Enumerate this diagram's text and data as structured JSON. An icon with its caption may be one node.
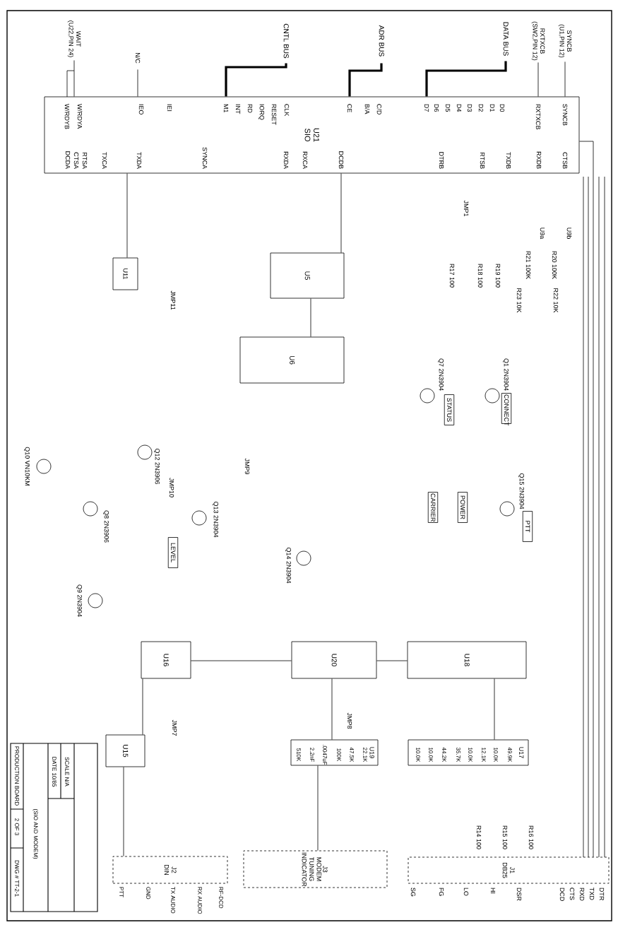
{
  "diagram": {
    "nodes": [
      {
        "text": [
          "U21",
          "SIO"
        ]
      },
      {
        "text": [
          "SYNCB (U1,PIN 12)"
        ]
      },
      {
        "text": [
          "RXTXCB (SW2,PIN 12)"
        ]
      },
      {
        "text": [
          "DATA BUS"
        ]
      },
      {
        "text": [
          "ADR BUS"
        ]
      },
      {
        "text": [
          "CNTL BUS"
        ]
      },
      {
        "text": [
          "N/C"
        ]
      },
      {
        "text": [
          "WAIT (U22,PIN 24)"
        ]
      },
      {
        "text": [
          "U5"
        ]
      },
      {
        "text": [
          "U6"
        ]
      },
      {
        "text": [
          "U11"
        ]
      },
      {
        "text": [
          "U18"
        ]
      },
      {
        "text": [
          "U20"
        ]
      },
      {
        "text": [
          "U16"
        ]
      },
      {
        "text": [
          "U17"
        ]
      },
      {
        "text": [
          "U19"
        ]
      },
      {
        "text": [
          "U15"
        ]
      },
      {
        "text": [
          "J1",
          "DB25"
        ]
      },
      {
        "text": [
          "J3",
          "MODEM TUNING INDICATOR"
        ]
      },
      {
        "text": [
          "J2",
          "DIN"
        ]
      },
      {
        "text": [
          "CONNECT"
        ]
      },
      {
        "text": [
          "STATUS"
        ]
      },
      {
        "text": [
          "PTT"
        ]
      },
      {
        "text": [
          "POWER"
        ]
      },
      {
        "text": [
          "CARRIER"
        ]
      },
      {
        "text": [
          "LEVEL"
        ]
      }
    ],
    "edges": [
      {
        "from": 1,
        "to": 0,
        "arrow": "none"
      },
      {
        "from": 2,
        "to": 0,
        "arrow": "none"
      },
      {
        "from": 3,
        "to": 0,
        "arrow": "none",
        "style": "thick"
      },
      {
        "from": 4,
        "to": 0,
        "arrow": "none",
        "style": "thick"
      },
      {
        "from": 5,
        "to": 0,
        "arrow": "none",
        "style": "thick"
      },
      {
        "from": 6,
        "to": 0,
        "arrow": "none"
      },
      {
        "from": 7,
        "to": 0,
        "arrow": "none"
      },
      {
        "from": 0,
        "to": 8,
        "arrow": "none"
      },
      {
        "from": 8,
        "to": 9,
        "arrow": "none"
      },
      {
        "from": 0,
        "to": 10,
        "arrow": "none"
      },
      {
        "from": 0,
        "to": 17,
        "arrow": "none"
      },
      {
        "from": 11,
        "to": 14,
        "arrow": "none"
      },
      {
        "from": 12,
        "to": 15,
        "arrow": "none"
      },
      {
        "from": 11,
        "to": 12,
        "arrow": "none"
      },
      {
        "from": 15,
        "to": 18,
        "arrow": "none"
      },
      {
        "from": 16,
        "to": 19,
        "arrow": "none"
      },
      {
        "from": 13,
        "to": 16,
        "arrow": "none"
      },
      {
        "from": 12,
        "to": 13,
        "arrow": "none"
      }
    ],
    "labels": [
      "SYNCB",
      "RXTXCB",
      "D0",
      "D1",
      "D2",
      "D3",
      "D4",
      "D5",
      "D6",
      "D7",
      "C/D",
      "B/A",
      "CE",
      "CLK",
      "RESET",
      "IORQ",
      "RD",
      "INT",
      "M1",
      "IEI",
      "IEO",
      "W/RDYA",
      "W/RDYB",
      "CTSB",
      "RXDB",
      "TXDB",
      "RTSB",
      "DTRB",
      "DCDB",
      "RXCA",
      "RXDA",
      "SYNCA",
      "TXDA",
      "TXCA",
      "RTSA",
      "CTSA",
      "DCDA",
      "DTR",
      "TXD",
      "RXD",
      "CTS",
      "DCD",
      "DSR",
      "HI",
      "LO",
      "FG",
      "SG",
      "RF-DCD",
      "RX AUDIO",
      "TX AUDIO",
      "GND",
      "PTT",
      "R22 10K",
      "R20 100K",
      "R21 100K",
      "R23 10K",
      "R19 100",
      "R18 100",
      "R17 100",
      "R16 100",
      "R15 100",
      "R14 100",
      "Q1 2N3904",
      "Q7 2N3904",
      "Q15 2N3904",
      "Q12 2N3906",
      "Q8 2N3906",
      "Q9 2N3904",
      "Q13 2N3904",
      "Q14 2N3904",
      "Q10 VN10KM",
      "U9b",
      "U9a",
      "JMP1",
      "JMP10",
      "JMP9",
      "JMP8",
      "JMP7",
      "JMP11",
      "10.0K",
      "10.0K",
      "44.2K",
      "35.7K",
      "10.0K",
      "12.1K",
      "10.0K",
      "49.9K",
      "510K",
      "2.2nF",
      ".0047uF",
      "100K",
      "47.5K",
      "22.1K",
      "(SIO AND MODEM)",
      "SCALE N/A",
      "DATE 10/85",
      "PRODUCTION BOARD",
      "2 OF 3",
      "DWG # TT-2-1"
    ]
  }
}
